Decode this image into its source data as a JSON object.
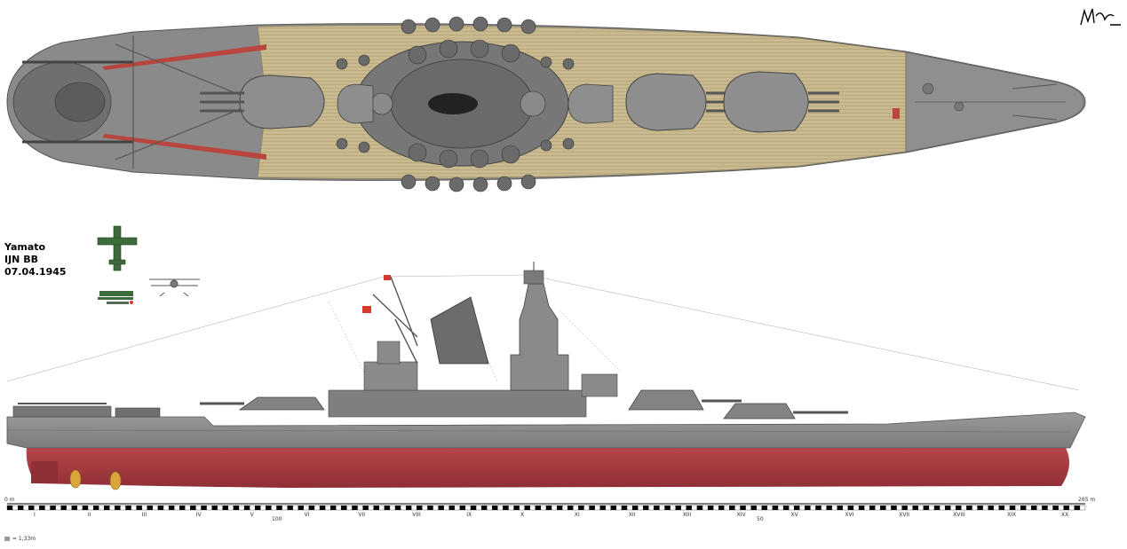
{
  "caption": {
    "name": "Yamato",
    "type": "IJN BB",
    "date": "07.04.1945"
  },
  "scale": {
    "start_label": "0 m",
    "end_label": "265 m",
    "mid_label_a": "100",
    "mid_label_b": "50",
    "segment_note": "= 1,33m",
    "frame_labels": [
      "I",
      "II",
      "III",
      "IV",
      "V",
      "VI",
      "VII",
      "VIII",
      "IX",
      "X",
      "XI",
      "XII",
      "XIII",
      "XIV",
      "XV",
      "XVI",
      "XVII",
      "XVIII",
      "XIX",
      "XX"
    ]
  },
  "colors": {
    "deck_wood": "#c9b98f",
    "hull_grey": "#8c8c8c",
    "superstructure_grey": "#7f7f7f",
    "turret_grey": "#8a8a8a",
    "bootstop_red": "#a33a3f",
    "flag_red": "#d63a2f",
    "aircraft_green": "#3e6b3c"
  }
}
